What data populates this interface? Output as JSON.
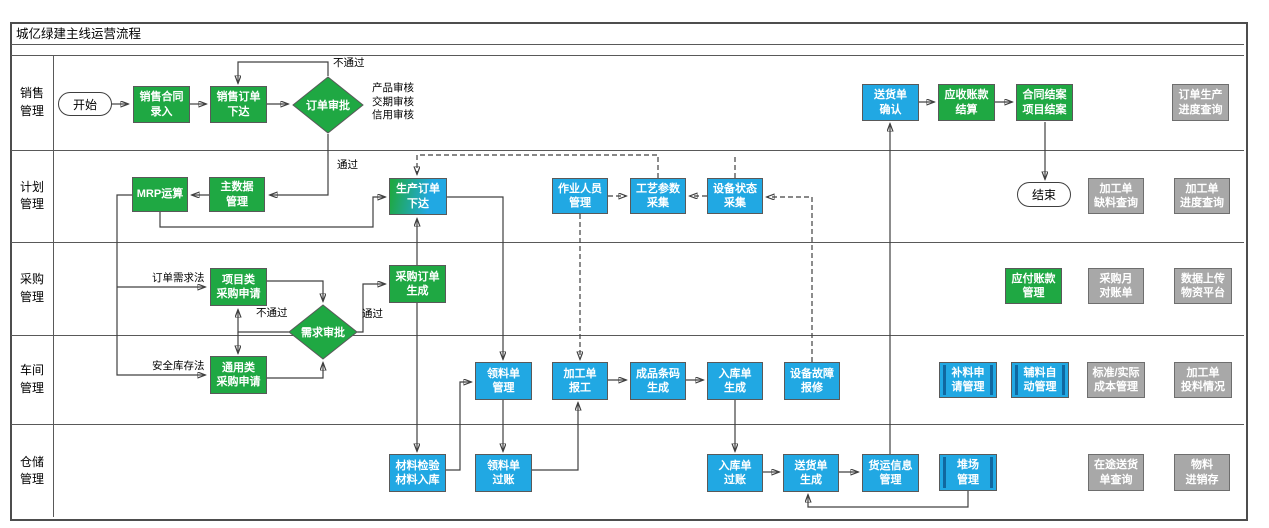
{
  "title": "城亿绿建主线运营流程",
  "lanes": [
    {
      "label": "销售\n管理"
    },
    {
      "label": "计划\n管理"
    },
    {
      "label": "采购\n管理"
    },
    {
      "label": "车间\n管理"
    },
    {
      "label": "仓储\n管理"
    }
  ],
  "nodes": {
    "start": "开始",
    "sales_contract": "销售合同\n录入",
    "sales_order": "销售订单\n下达",
    "order_approval": "订单审批",
    "delivery_confirm": "送货单\n确认",
    "receivable": "应收账款\n结算",
    "contract_close": "合同结案\n项目结案",
    "order_progress_query": "订单生产\n进度查询",
    "mrp": "MRP运算",
    "master_data": "主数据\n管理",
    "prod_order": "生产订单\n下达",
    "worker_mgmt": "作业人员\n管理",
    "process_param": "工艺参数\n采集",
    "device_status": "设备状态\n采集",
    "end": "结束",
    "shortage_query": "加工单\n缺料查询",
    "progress_query": "加工单\n进度查询",
    "project_purchase": "项目类\n采购申请",
    "demand_approval": "需求审批",
    "purchase_order": "采购订单\n生成",
    "payable": "应付账款\n管理",
    "monthly_statement": "采购月\n对账单",
    "data_upload": "数据上传\n物资平台",
    "general_purchase": "通用类\n采购申请",
    "picking_mgmt": "领料单\n管理",
    "job_report": "加工单\n报工",
    "barcode_gen": "成品条码\n生成",
    "inbound_gen": "入库单\n生成",
    "fault_repair": "设备故障\n报修",
    "replenish": "补料申\n请管理",
    "auxiliary": "辅料自\n动管理",
    "cost_mgmt": "标准/实际\n成本管理",
    "material_input": "加工单\n投料情况",
    "material_inspect": "材料检验\n材料入库",
    "picking_post": "领料单\n过账",
    "inbound_post": "入库单\n过账",
    "delivery_gen": "送货单\n生成",
    "freight_info": "货运信息\n管理",
    "yard_mgmt": "堆场\n管理",
    "transit_query": "在途送货\n单查询",
    "inventory": "物料\n进销存"
  },
  "annotations": {
    "reject_top": "不通过",
    "audit_notes": "产品审核\n交期审核\n信用审核",
    "pass_top": "通过",
    "order_demand": "订单需求法",
    "safety_stock": "安全库存法",
    "reject_mid": "不通过",
    "pass_mid": "通过"
  },
  "colors": {
    "node_green": "#1fa843",
    "node_blue": "#21a8e3",
    "node_gray": "#a8a8a8",
    "line": "#404040",
    "border": "#595959"
  }
}
